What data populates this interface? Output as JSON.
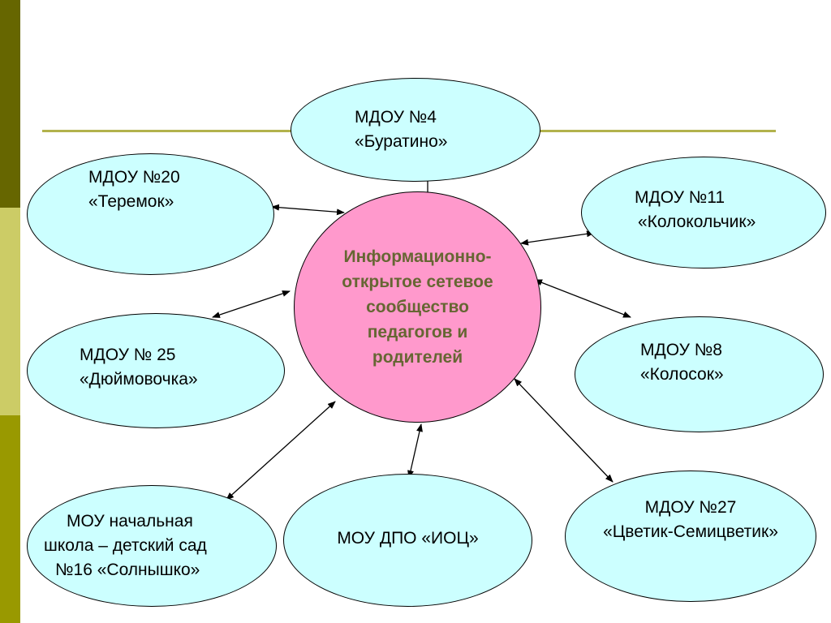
{
  "colors": {
    "node_fill": "#ccffff",
    "center_fill": "#ff99cc",
    "center_text": "#666633",
    "rule": "#b2b24c",
    "sidebar": [
      "#666600",
      "#cccc66",
      "#999900"
    ]
  },
  "center": {
    "lines": [
      "Информационно-",
      "открытое сетевое",
      "сообщество",
      "педагогов и",
      "родителей"
    ]
  },
  "nodes": {
    "n4": {
      "lines": [
        "МДОУ №4",
        "«Буратино»"
      ]
    },
    "n20": {
      "lines": [
        "МДОУ №20",
        "«Теремок»"
      ]
    },
    "n11": {
      "lines": [
        "МДОУ №11",
        "«Колокольчик»"
      ]
    },
    "n25": {
      "lines": [
        "МДОУ № 25",
        "«Дюймовочка»"
      ]
    },
    "n8": {
      "lines": [
        "МДОУ №8",
        "«Колосок»"
      ]
    },
    "n16": {
      "lines": [
        "МОУ начальная",
        "школа – детский сад",
        "№16 «Солнышко»"
      ]
    },
    "ioc": {
      "lines": [
        "МОУ ДПО «ИОЦ»"
      ]
    },
    "n27": {
      "lines": [
        "МДОУ №27",
        "«Цветик-Семицветик»"
      ]
    }
  }
}
